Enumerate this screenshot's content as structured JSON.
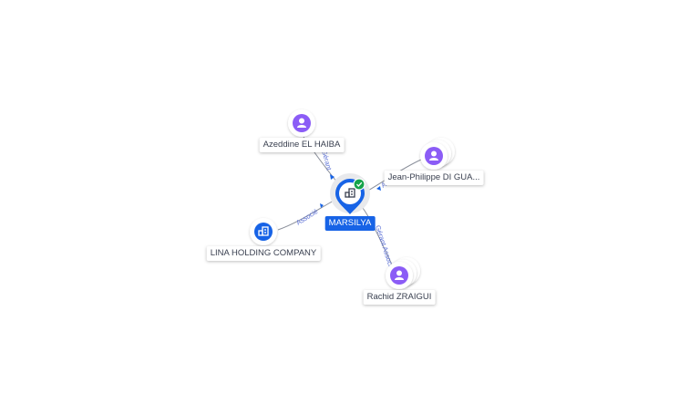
{
  "colors": {
    "center": "#1763e6",
    "person": "#8b5cf6",
    "company": "#1763e6",
    "edge": "#8a8f9a",
    "edge_label": "#5a6fd6",
    "verified": "#16a34a"
  },
  "center": {
    "label": "MARSILYA",
    "icon": "company-icon",
    "badge": "verified-check-icon"
  },
  "nodes": [
    {
      "id": "azeddine",
      "label": "Azeddine EL HAIBA",
      "type": "person",
      "icon": "person-icon"
    },
    {
      "id": "jeanphilippe",
      "label": "Jean-Philippe DI GUA...",
      "type": "person-group",
      "icon": "person-icon"
    },
    {
      "id": "lina",
      "label": "LINA HOLDING COMPANY",
      "type": "company",
      "icon": "company-icon"
    },
    {
      "id": "rachid",
      "label": "Rachid ZRAIGUI",
      "type": "person-group",
      "icon": "person-icon"
    }
  ],
  "edges": [
    {
      "from": "azeddine",
      "label": "Gérant"
    },
    {
      "from": "jeanphilippe",
      "label": "A..."
    },
    {
      "from": "lina",
      "label": "Associé"
    },
    {
      "from": "rachid",
      "label": "Gérant Associé"
    }
  ]
}
